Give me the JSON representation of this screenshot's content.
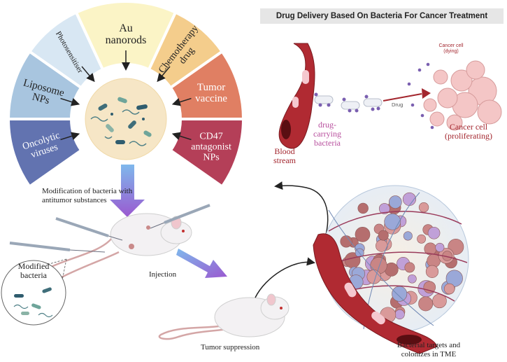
{
  "title": "Drug Delivery Based On Bacteria For Cancer Treatment",
  "wheel": {
    "segments": [
      {
        "id": "liposome",
        "lines": [
          "Liposome",
          "NPs"
        ],
        "color": "#a8c5df"
      },
      {
        "id": "photosensitiser",
        "lines": [
          "Photosensitiser"
        ],
        "color": "#d8e7f3"
      },
      {
        "id": "au-nanorods",
        "lines": [
          "Au",
          "nanorods"
        ],
        "color": "#fbf4c6"
      },
      {
        "id": "chemotherapy",
        "lines": [
          "Chemotherapy",
          "drug"
        ],
        "color": "#f4cd8c"
      },
      {
        "id": "tumor-vaccine",
        "lines": [
          "Tumor",
          "vaccine"
        ],
        "color": "#e07f63"
      },
      {
        "id": "cd47",
        "lines": [
          "CD47",
          "antagonist",
          "NPs"
        ],
        "color": "#b43f58"
      },
      {
        "id": "oncolytic",
        "lines": [
          "Oncolytic",
          "viruses"
        ],
        "color": "#6273b0"
      }
    ]
  },
  "labels": {
    "modification": "Modification of bacteria with antitumor substances",
    "modified_bacteria": "Modified bacteria",
    "injection": "Injection",
    "tumor_suppression": "Tumor suppression",
    "targets": "Bacterial targets and colonizes in TME",
    "blood_stream": "Blood stream",
    "drug_bacteria": "drug-carrying bacteria",
    "drug": "Drug",
    "cancer_dying": "Cancer cell (dying)",
    "cancer_prolif": "Cancer cell (proliferating)"
  },
  "colors": {
    "accent_purple": "#8a4fc4",
    "blood_red": "#a3262e",
    "bacteria_pink": "#b8509e"
  }
}
